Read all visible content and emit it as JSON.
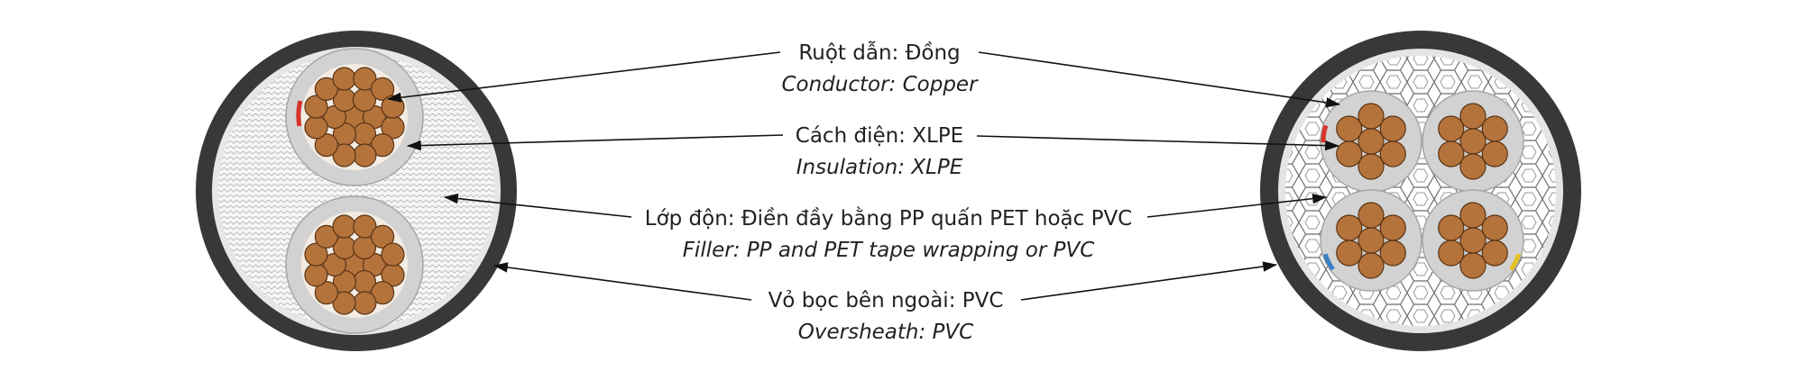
{
  "labels": [
    {
      "id": "conductor",
      "vi": "Ruột dẫn: Đồng",
      "en": "Conductor: Copper"
    },
    {
      "id": "insulation",
      "vi": "Cách điện: XLPE",
      "en": "Insulation: XLPE"
    },
    {
      "id": "filler",
      "vi": "Lớp độn: Điền đầy bằng PP quấn PET hoặc PVC",
      "en": "Filler: PP and PET tape wrapping or PVC"
    },
    {
      "id": "oversheath",
      "vi": "Vỏ bọc bên ngoài: PVC",
      "en": "Oversheath: PVC"
    }
  ],
  "colors": {
    "sheath": "#383838",
    "inner_ring": "#e9e9e9",
    "filler_bg": "#f4f4f4",
    "insulation": "#d2d2d2",
    "copper": "#b5733c",
    "copper_edge": "#5a3414",
    "core_marker_red": "#d9332b",
    "core_marker_blue": "#3b7fc4",
    "core_marker_yellow": "#e8c21f"
  },
  "cables": [
    {
      "id": "two-core-cable",
      "cores": 2
    },
    {
      "id": "four-core-cable",
      "cores": 4
    }
  ]
}
